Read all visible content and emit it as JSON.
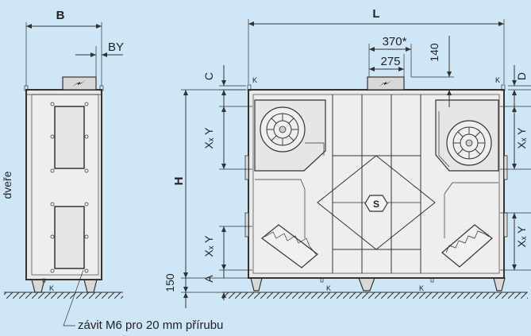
{
  "labels": {
    "B": "B",
    "BY": "BY",
    "L": "L",
    "dim_370": "370*",
    "dim_275": "275",
    "dim_140": "140",
    "C": "C",
    "D": "D",
    "K": "K",
    "H": "H",
    "XxY": "Xₓ Y",
    "A": "A",
    "dim_150": "150",
    "S": "S",
    "dvere": "dveře",
    "note": "závit M6 pro 20 mm přírubu"
  },
  "colors": {
    "background": "#cfe6f7",
    "line": "#333333",
    "cabinet": "#e9e9e9"
  }
}
